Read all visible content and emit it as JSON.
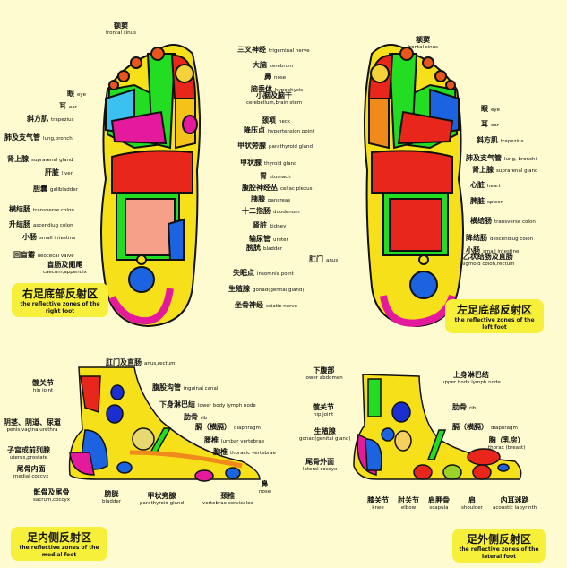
{
  "colors": {
    "background": "#fdfbcf",
    "title_box": "#f7f03a",
    "yellow": "#f5e01a",
    "green": "#22dd22",
    "red": "#e8261b",
    "magenta": "#e5199c",
    "blue": "#1b63e0",
    "orange": "#f08a1a"
  },
  "right_foot": {
    "title": {
      "zh": "右足底部反射区",
      "en1": "the reflective zones of the",
      "en2": "right foot"
    },
    "labels": [
      {
        "zh": "额窦",
        "en": "frontal sinus"
      },
      {
        "zh": "眼",
        "en": "eye"
      },
      {
        "zh": "耳",
        "en": "ear"
      },
      {
        "zh": "斜方肌",
        "en": "trapezius"
      },
      {
        "zh": "肺及支气管",
        "en": "lung,bronchi"
      },
      {
        "zh": "肾上腺",
        "en": "suprarenal gland"
      },
      {
        "zh": "肝脏",
        "en": "liver"
      },
      {
        "zh": "胆囊",
        "en": "gallbladder"
      },
      {
        "zh": "横结肠",
        "en": "transverse colon"
      },
      {
        "zh": "升结肠",
        "en": "ascendiug colon"
      },
      {
        "zh": "小肠",
        "en": "small intestine"
      },
      {
        "zh": "回盲瓣",
        "en": "ileocecal valve"
      },
      {
        "zh": "盲肠及阑尾",
        "en": "caecum,appendix"
      }
    ]
  },
  "center_labels": [
    {
      "zh": "三叉神经",
      "en": "trigeminal nerve"
    },
    {
      "zh": "大脑",
      "en": "cerebrum"
    },
    {
      "zh": "鼻",
      "en": "nose"
    },
    {
      "zh": "脑垂体",
      "en": "hypophysis"
    },
    {
      "zh": "小脑及脑干",
      "en": "cerebellum,brain stem"
    },
    {
      "zh": "颈项",
      "en": "neck"
    },
    {
      "zh": "降压点",
      "en": "hypertension point"
    },
    {
      "zh": "甲状旁腺",
      "en": "parathyroid gland"
    },
    {
      "zh": "甲状腺",
      "en": "thyroid gland"
    },
    {
      "zh": "胃",
      "en": "stomach"
    },
    {
      "zh": "腹腔神经丛",
      "en": "celiac plexus"
    },
    {
      "zh": "胰腺",
      "en": "pancreas"
    },
    {
      "zh": "十二指肠",
      "en": "duodenum"
    },
    {
      "zh": "肾脏",
      "en": "kidney"
    },
    {
      "zh": "输尿管",
      "en": "ureter"
    },
    {
      "zh": "膀胱",
      "en": "bladder"
    },
    {
      "zh": "肛门",
      "en": "anus"
    },
    {
      "zh": "失眠点",
      "en": "insomnia point"
    },
    {
      "zh": "生殖腺",
      "en": "gonad(genital gland)"
    },
    {
      "zh": "坐骨神经",
      "en": "sciatic nerve"
    }
  ],
  "left_foot": {
    "title": {
      "zh": "左足底部反射区",
      "en1": "the reflective zones of the",
      "en2": "left foot"
    },
    "labels": [
      {
        "zh": "额窦",
        "en": "frontal sinus"
      },
      {
        "zh": "眼",
        "en": "eye"
      },
      {
        "zh": "耳",
        "en": "ear"
      },
      {
        "zh": "斜方肌",
        "en": "trapezius"
      },
      {
        "zh": "肺及支气管",
        "en": "lung, bronchi"
      },
      {
        "zh": "肾上腺",
        "en": "suprarenal gland"
      },
      {
        "zh": "心脏",
        "en": "heart"
      },
      {
        "zh": "脾脏",
        "en": "spleen"
      },
      {
        "zh": "横结肠",
        "en": "transverse colon"
      },
      {
        "zh": "降结肠",
        "en": "descendiug colon"
      },
      {
        "zh": "小肠",
        "en": "small intestine"
      },
      {
        "zh": "乙状结肠及直肠",
        "en": "sigmoid colon,rectum"
      }
    ]
  },
  "medial_foot": {
    "title": {
      "zh": "足内侧反射区",
      "en1": "the reflective zones of the",
      "en2": "medial foot"
    },
    "labels": [
      {
        "zh": "肛门及直肠",
        "en": "anus,rectum"
      },
      {
        "zh": "髋关节",
        "en": "hip joint"
      },
      {
        "zh": "腹股沟管",
        "en": "inguinal canal"
      },
      {
        "zh": "下身淋巴结",
        "en": "lower body lymph node"
      },
      {
        "zh": "肋骨",
        "en": "rib"
      },
      {
        "zh": "膈（横膈）",
        "en": "diaphragm"
      },
      {
        "zh": "阴茎、阴道、尿道",
        "en": "penis,vagina,urethra"
      },
      {
        "zh": "腰椎",
        "en": "lumbar vertebrae"
      },
      {
        "zh": "胸椎",
        "en": "thoracic vertebrae"
      },
      {
        "zh": "子宫或前列腺",
        "en": "uterus,prostate"
      },
      {
        "zh": "尾骨内面",
        "en": "medial coccyx"
      },
      {
        "zh": "骶骨及尾骨",
        "en": "sacrum,coccyx"
      },
      {
        "zh": "膀胱",
        "en": "bladder"
      },
      {
        "zh": "甲状旁腺",
        "en": "parathyroid gland"
      },
      {
        "zh": "颈椎",
        "en": "vertebrae cervicales"
      },
      {
        "zh": "鼻",
        "en": "nose"
      }
    ]
  },
  "lateral_foot": {
    "title": {
      "zh": "足外侧反射区",
      "en1": "the reflective zones of the",
      "en2": "lateral foot"
    },
    "labels": [
      {
        "zh": "下腹部",
        "en": "lower abdomen"
      },
      {
        "zh": "上身淋巴结",
        "en": "upper body lymph node"
      },
      {
        "zh": "髋关节",
        "en": "hip joint"
      },
      {
        "zh": "肋骨",
        "en": "rib"
      },
      {
        "zh": "膈（横膈）",
        "en": "diaphragm"
      },
      {
        "zh": "生殖腺",
        "en": "gonad(genital gland)"
      },
      {
        "zh": "胸（乳房）",
        "en": "thorax (breast)"
      },
      {
        "zh": "尾骨外面",
        "en": "lateral coccyx"
      },
      {
        "zh": "膝关节",
        "en": "knee"
      },
      {
        "zh": "肘关节",
        "en": "elbow"
      },
      {
        "zh": "肩胛骨",
        "en": "scapula"
      },
      {
        "zh": "肩",
        "en": "shoulder"
      },
      {
        "zh": "内耳迷路",
        "en": "acoustic labyrinth"
      }
    ]
  }
}
